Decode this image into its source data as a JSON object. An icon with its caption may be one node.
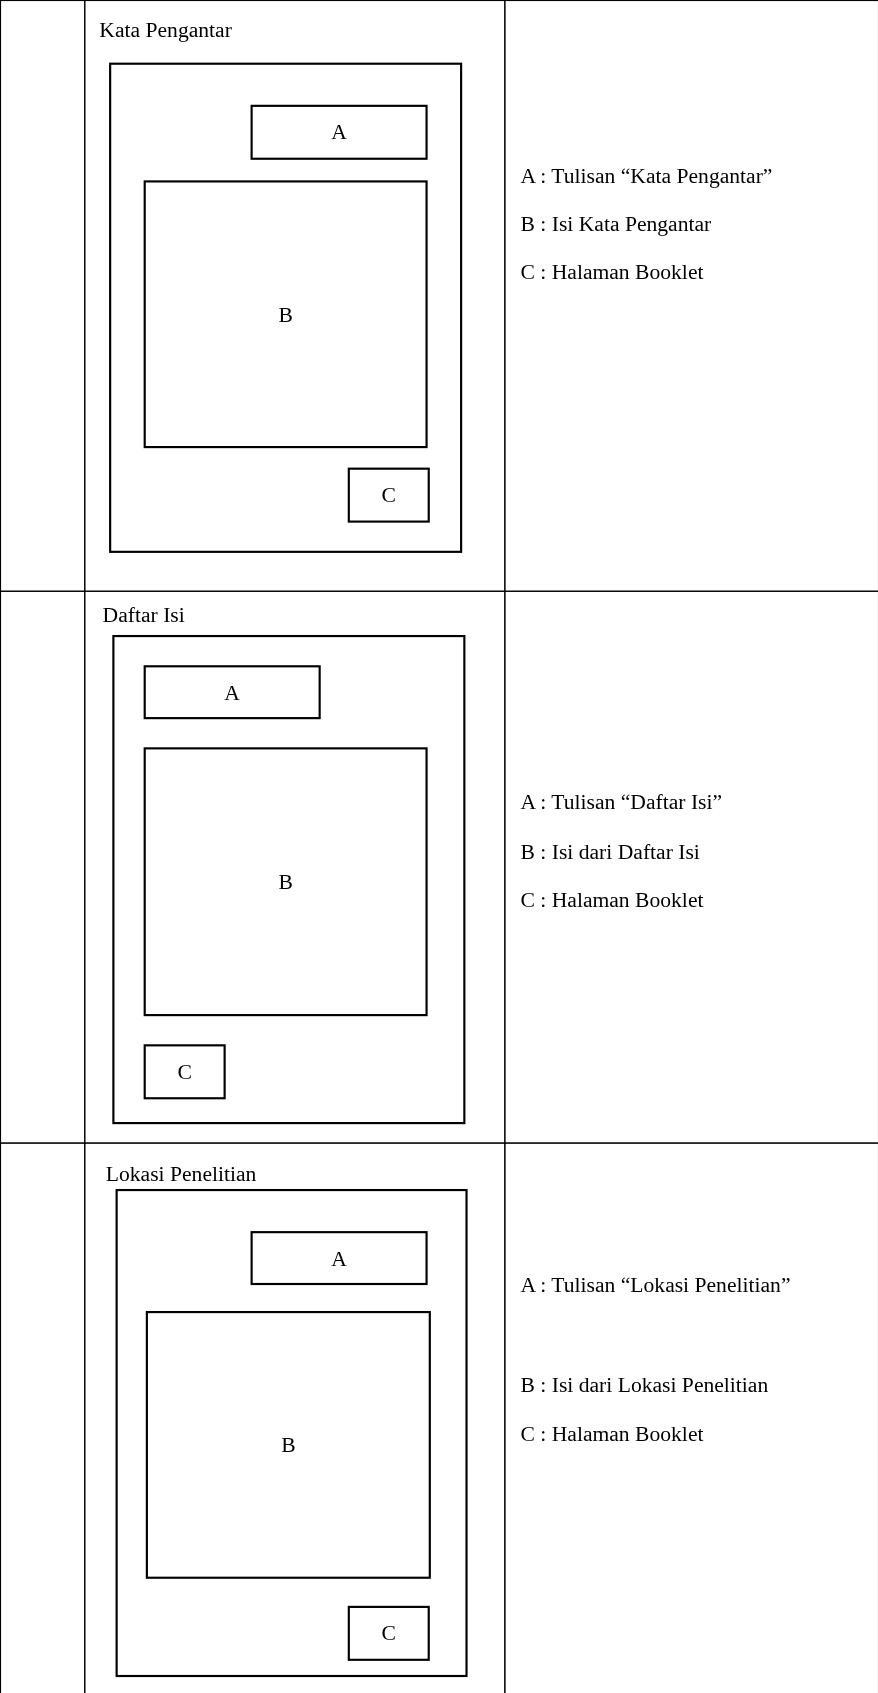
{
  "diagram": {
    "nodes": [
      {
        "text": [
          "Kata Pengantar"
        ]
      },
      {
        "text": [
          "A"
        ],
        "in": 0
      },
      {
        "text": [
          "B"
        ],
        "in": 0
      },
      {
        "text": [
          "C"
        ],
        "in": 0
      },
      {
        "text": [
          "Daftar Isi"
        ]
      },
      {
        "text": [
          "A"
        ],
        "in": 4
      },
      {
        "text": [
          "B"
        ],
        "in": 4
      },
      {
        "text": [
          "C"
        ],
        "in": 4
      },
      {
        "text": [
          "Lokasi Penelitian"
        ]
      },
      {
        "text": [
          "A"
        ],
        "in": 8
      },
      {
        "text": [
          "B"
        ],
        "in": 8
      },
      {
        "text": [
          "C"
        ],
        "in": 8
      }
    ],
    "edges": [],
    "labels": [
      "A : Tulisan “Kata Pengantar”",
      "B : Isi Kata Pengantar",
      "C : Halaman Booklet",
      "A : Tulisan “Daftar Isi”",
      "B : Isi dari Daftar Isi",
      "C : Halaman Booklet",
      "A : Tulisan “Lokasi Penelitian”",
      "B : Isi dari Lokasi Penelitian",
      "C : Halaman Booklet"
    ]
  }
}
